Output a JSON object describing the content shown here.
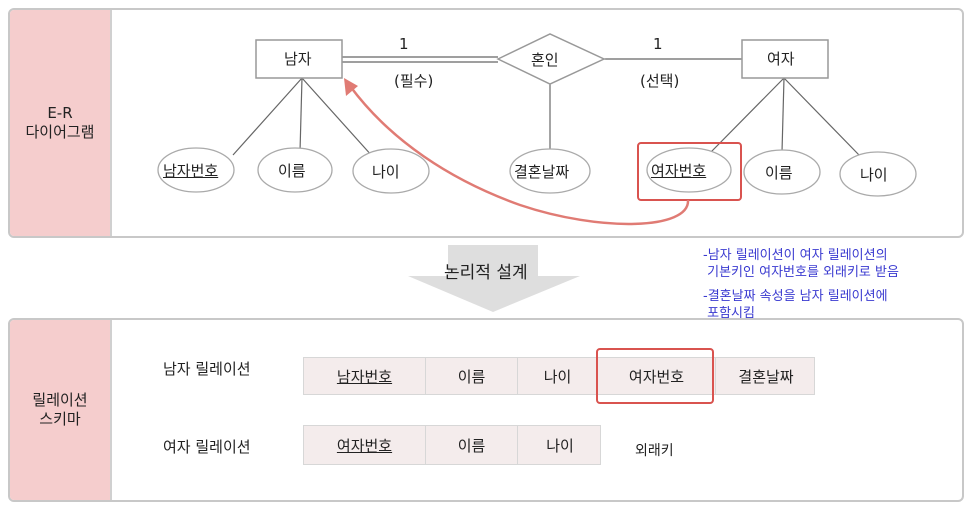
{
  "er_panel": {
    "label": "E-R\n다이어그램",
    "entity_male": "남자",
    "entity_female": "여자",
    "relationship": "혼인",
    "card_left": "1",
    "card_right": "1",
    "participation_left": "(필수)",
    "participation_right": "(선택)",
    "male_attrs": [
      "남자번호",
      "이름",
      "나이"
    ],
    "rel_attr": "결혼날짜",
    "female_attrs": [
      "여자번호",
      "이름",
      "나이"
    ]
  },
  "arrow_label": "논리적 설계",
  "notes": [
    "-남자 릴레이션이 여자 릴레이션의",
    " 기본키인 여자번호를 외래키로 받음",
    "-결혼날짜 속성을 남자 릴레이션에",
    " 포함시킴"
  ],
  "schema_panel": {
    "label": "릴레이션\n스키마",
    "male_rel_name": "남자 릴레이션",
    "male_cells": [
      "남자번호",
      "이름",
      "나이",
      "여자번호",
      "결혼날짜"
    ],
    "female_rel_name": "여자 릴레이션",
    "female_cells": [
      "여자번호",
      "이름",
      "나이"
    ],
    "fk_label": "외래키"
  },
  "colors": {
    "highlight": "#d9534f",
    "side_bg": "#f5cdcd",
    "note": "#3a3ad0"
  }
}
